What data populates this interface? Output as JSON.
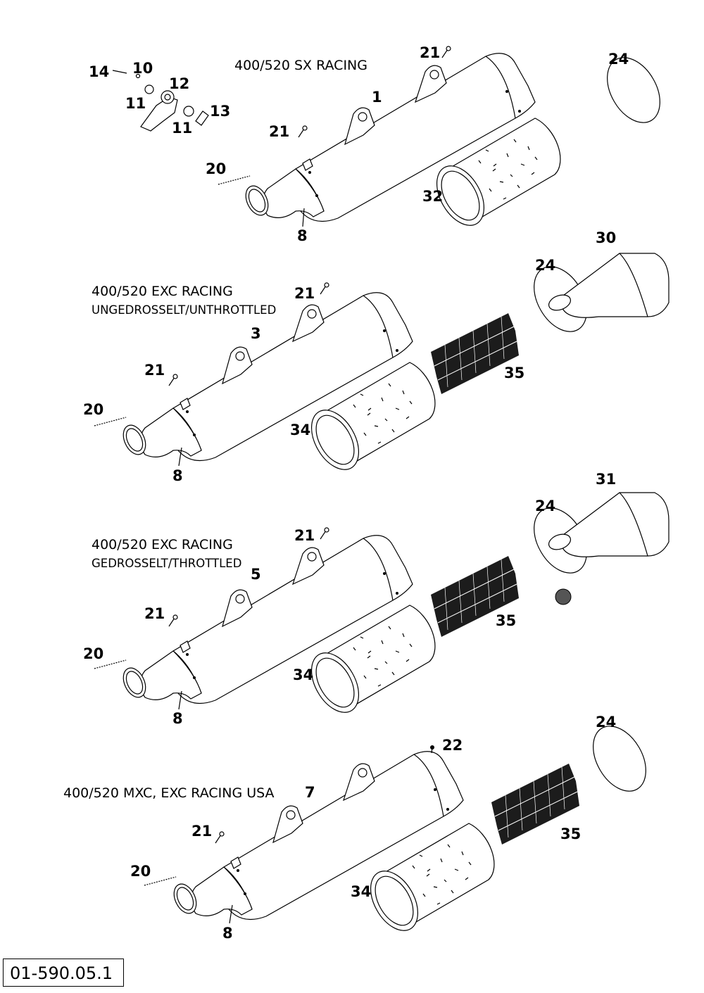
{
  "sections": [
    {
      "title": "400/520 SX RACING",
      "subtitle": "",
      "callouts": [
        "1",
        "8",
        "20",
        "21",
        "21",
        "24",
        "32"
      ]
    },
    {
      "title": "400/520 EXC RACING",
      "subtitle": "UNGEDROSSELT/UNTHROTTLED",
      "callouts": [
        "3",
        "8",
        "20",
        "21",
        "21",
        "24",
        "30",
        "34",
        "35"
      ]
    },
    {
      "title": "400/520 EXC RACING",
      "subtitle": "GEDROSSELT/THROTTLED",
      "callouts": [
        "5",
        "8",
        "20",
        "21",
        "21",
        "24",
        "31",
        "34",
        "35"
      ]
    },
    {
      "title": "400/520 MXC, EXC RACING USA",
      "subtitle": "",
      "callouts": [
        "7",
        "8",
        "20",
        "21",
        "22",
        "24",
        "34",
        "35"
      ]
    }
  ],
  "bracket_callouts": [
    "14",
    "10",
    "12",
    "11",
    "11",
    "13"
  ],
  "drawing_code": "01-590.05.1"
}
